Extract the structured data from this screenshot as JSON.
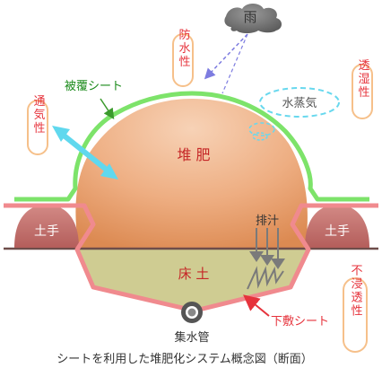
{
  "labels": {
    "rain": "雨",
    "waterproof": "防水性",
    "cover_sheet": "被覆シート",
    "steam": "水蒸気",
    "moisture_permeable": "透湿性",
    "breathable": "通気性",
    "compost": "堆 肥",
    "bank": "土手",
    "drain": "排汁",
    "bed_soil": "床 土",
    "impermeable": "不浸透性",
    "under_sheet": "下敷シート",
    "drain_pipe": "集水管",
    "caption": "シートを利用した堆肥化システム概念図（断面）"
  },
  "colors": {
    "cover_sheet": "#7de36a",
    "under_sheet": "#f08a8e",
    "compost_top": "#f4c4a4",
    "compost_bottom": "#e0905a",
    "bed_soil": "#cfcc92",
    "bank": "#c46f6c",
    "badge_border": "#f6c08a",
    "arrow_blue": "#60d8ee",
    "steam_dash": "#68d8ee",
    "rain_arrow": "#7d7ce0",
    "text_red": "#e6333c",
    "text_dark": "#333333"
  }
}
